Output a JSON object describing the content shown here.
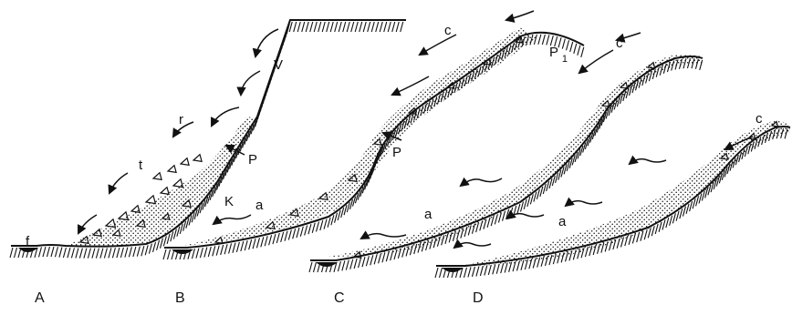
{
  "figure": {
    "panels": [
      {
        "id": "A",
        "label": "A"
      },
      {
        "id": "B",
        "label": "B"
      },
      {
        "id": "C",
        "label": "C"
      },
      {
        "id": "D",
        "label": "D"
      }
    ],
    "annotations": {
      "V": "V",
      "r": "r",
      "t": "t",
      "K": "K",
      "f": "f",
      "P_b": "P",
      "P_c": "P",
      "P1_main": "P",
      "P1_sub": "1",
      "a_b": "a",
      "a_c": "a",
      "a_d": "a",
      "c_c": "c",
      "c_d1": "c",
      "c_d2": "c"
    },
    "colors": {
      "ink": "#111111",
      "background": "#ffffff"
    }
  }
}
